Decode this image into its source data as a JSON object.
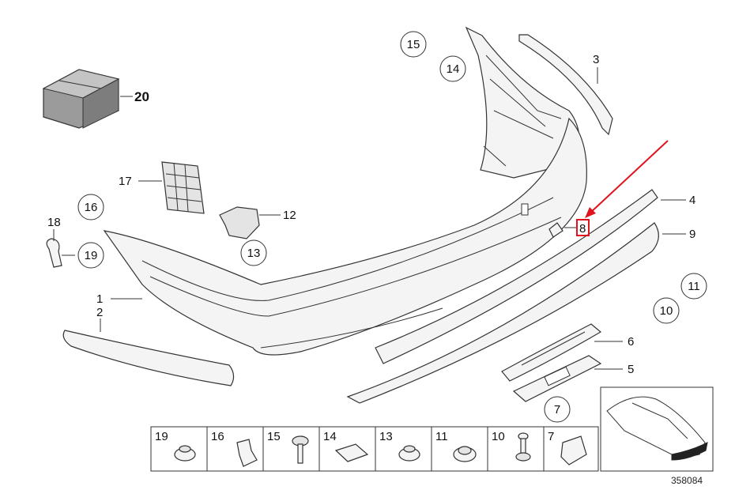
{
  "diagram": {
    "reference_number": "358084",
    "highlight_color": "#e0141e",
    "highlighted_part": "8",
    "callouts": {
      "c1": "1",
      "c2": "2",
      "c3": "3",
      "c4": "4",
      "c5": "5",
      "c6": "6",
      "c8": "8",
      "c9": "9",
      "c12": "12",
      "c17": "17",
      "c18": "18",
      "c20": "20"
    },
    "circled": {
      "c7": "7",
      "c10": "10",
      "c11": "11",
      "c13": "13",
      "c14": "14",
      "c15": "15",
      "c16": "16",
      "c19": "19"
    },
    "strip": [
      "19",
      "16",
      "15",
      "14",
      "13",
      "11",
      "10",
      "7"
    ]
  }
}
